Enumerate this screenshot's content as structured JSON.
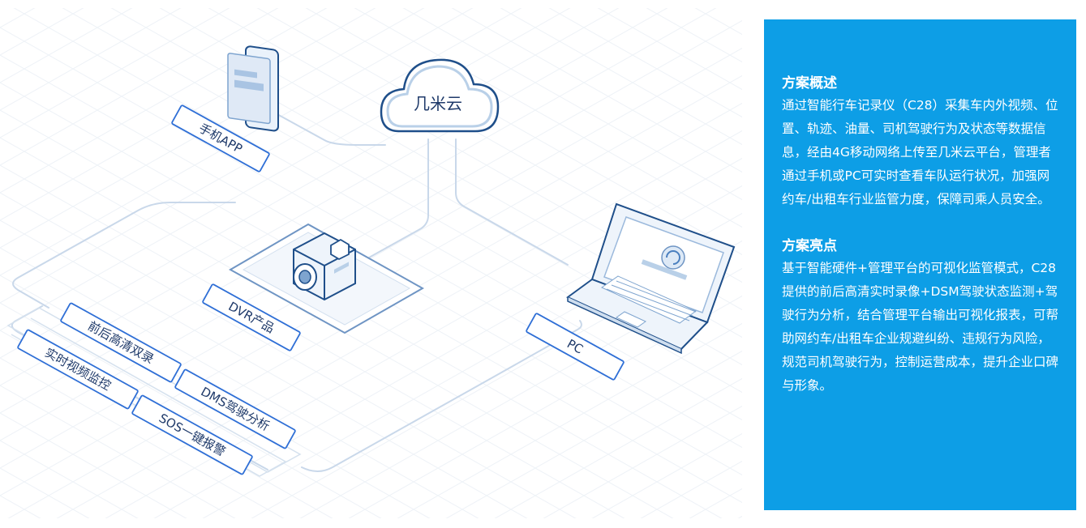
{
  "diagram": {
    "cloud": "几米云",
    "nodes": {
      "mobile_app": "手机APP",
      "dvr": "DVR产品",
      "pc": "PC"
    },
    "features": [
      "前后高清双录",
      "实时视频监控",
      "DMS驾驶分析",
      "SOS一键报警"
    ]
  },
  "panel": {
    "overview_title": "方案概述",
    "overview_text": "通过智能行车记录仪（C28）采集车内外视频、位置、轨迹、油量、司机驾驶行为及状态等数据信息，经由4G移动网络上传至几米云平台，管理者通过手机或PC可实时查看车队运行状况，加强网约车/出租车行业监管力度，保障司乘人员安全。",
    "highlight_title": "方案亮点",
    "highlight_text": "基于智能硬件+管理平台的可视化监管模式，C28提供的前后高清实时录像+DSM驾驶状态监测+驾驶行为分析，结合管理平台输出可视化报表，可帮助网约车/出租车企业规避纠纷、违规行为风险，规范司机驾驶行为，控制运营成本，提升企业口碑与形象。"
  }
}
